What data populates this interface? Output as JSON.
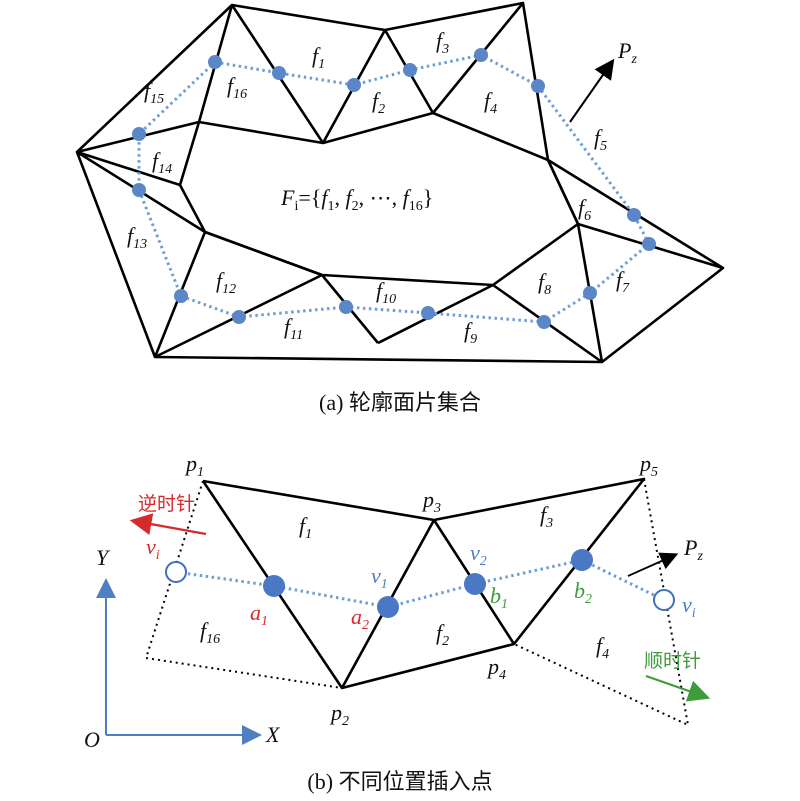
{
  "panel_a": {
    "faces": [
      "f1",
      "f2",
      "f3",
      "f4",
      "f5",
      "f6",
      "f7",
      "f8",
      "f9",
      "f10",
      "f11",
      "f12",
      "f13",
      "f14",
      "f15",
      "f16"
    ],
    "formula": {
      "lhs": "F",
      "lhs_sub": "i",
      "rhs": "={f1, f2, ⋯, f16}"
    },
    "pz": "P",
    "pz_sub": "z",
    "caption": "(a) 轮廓面片集合"
  },
  "panel_b": {
    "points": {
      "p1": "p",
      "p2": "p",
      "p3": "p",
      "p4": "p",
      "p5": "p"
    },
    "faces": {
      "f1": "f",
      "f16": "f",
      "f2": "f",
      "f3": "f",
      "f4": "f"
    },
    "labels": {
      "ccw": "逆时针",
      "cw": "顺时针",
      "vi_left": "v",
      "vi_right": "v",
      "v1": "v",
      "v2": "v",
      "a1": "a",
      "a2": "a",
      "b1": "b",
      "b2": "b",
      "pz": "P"
    },
    "axes": {
      "y": "Y",
      "x": "X",
      "origin": "O"
    },
    "caption": "(b) 不同位置插入点"
  },
  "colors": {
    "dot_blue": "#5b86c8",
    "path_blue": "#6f9fd0",
    "red": "#d62b2b",
    "green": "#3e9c3a",
    "axis_blue": "#4f7fc0"
  }
}
